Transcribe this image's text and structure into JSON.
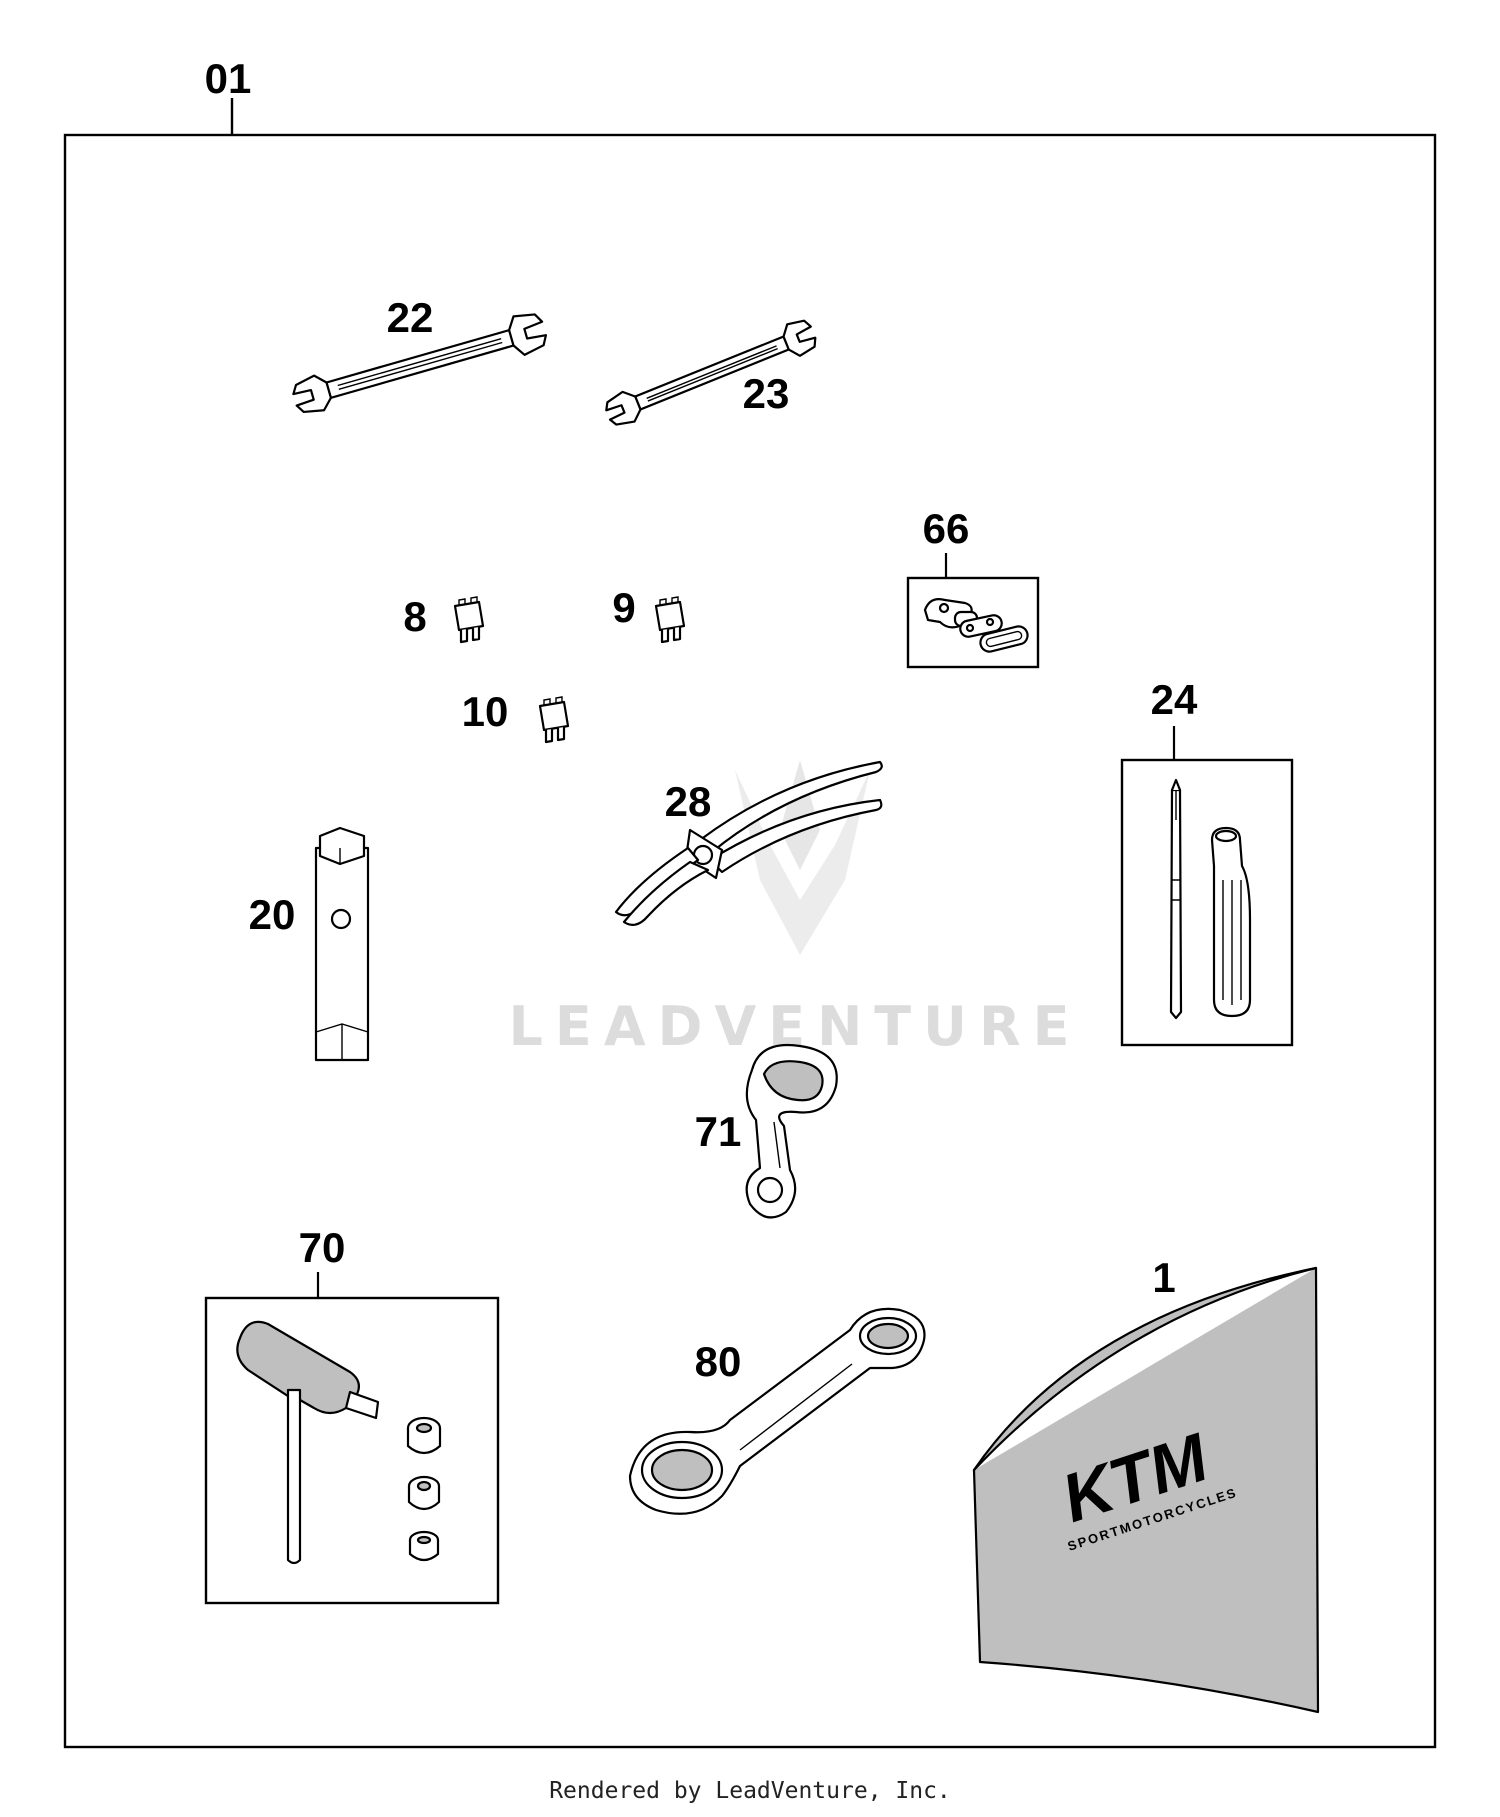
{
  "diagram": {
    "assembly_callout": "01",
    "callouts": {
      "c22": "22",
      "c23": "23",
      "c66": "66",
      "c8": "8",
      "c9": "9",
      "c10": "10",
      "c24": "24",
      "c28": "28",
      "c20": "20",
      "c71": "71",
      "c70": "70",
      "c1": "1",
      "c80": "80"
    },
    "watermark_text": "LEADVENTURE",
    "pouch_brand": "KTM",
    "pouch_subtext": "SPORTMOTORCYCLES",
    "footer_text": "Rendered by LeadVenture, Inc."
  }
}
